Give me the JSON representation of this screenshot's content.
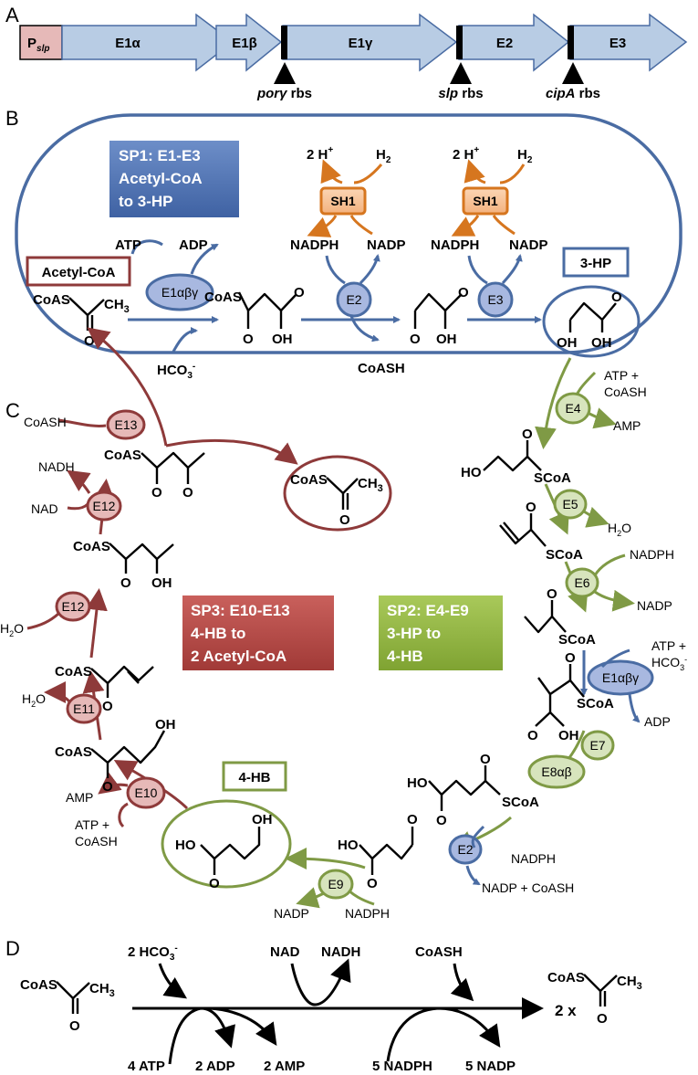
{
  "panels": {
    "A": "A",
    "B": "B",
    "C": "C",
    "D": "D"
  },
  "operon": {
    "promoter_main": "P",
    "promoter_sub": "slp",
    "genes": [
      "E1α",
      "E1β",
      "E1γ",
      "E2",
      "E3"
    ],
    "rbs": [
      {
        "italic": "porγ",
        "suffix": " rbs"
      },
      {
        "italic": "slp",
        "suffix": " rbs"
      },
      {
        "italic": "cipA",
        "suffix": " rbs"
      }
    ]
  },
  "sp_boxes": {
    "sp1": [
      "SP1: E1-E3",
      "Acetyl-CoA",
      "to 3-HP"
    ],
    "sp2": [
      "SP2: E4-E9",
      "3-HP to",
      "4-HB"
    ],
    "sp3": [
      "SP3: E10-E13",
      "4-HB to",
      "2 Acetyl-CoA"
    ]
  },
  "labels": {
    "acetyl_coa": "Acetyl-CoA",
    "hp3": "3-HP",
    "hb4": "4-HB"
  },
  "enzymes": {
    "e1abg": "E1αβγ",
    "e2": "E2",
    "e3": "E3",
    "sh1": "SH1",
    "e4": "E4",
    "e5": "E5",
    "e6": "E6",
    "e7": "E7",
    "e8": "E8αβ",
    "e9": "E9",
    "e10": "E10",
    "e11": "E11",
    "e12": "E12",
    "e13": "E13"
  },
  "cofactors": {
    "atp": "ATP",
    "adp": "ADP",
    "hco3": "HCO",
    "hco3_sub": "3",
    "nadph": "NADPH",
    "nadp": "NADP",
    "coash": "CoASH",
    "h2plus": "2 H",
    "plus": "+",
    "h2": "H",
    "h2_sub": "2",
    "atp_plus": "ATP +",
    "coash2": "CoASH",
    "amp": "AMP",
    "h2o": "H",
    "h2o_sub": "2",
    "h2o_o": "O",
    "nadp_coash": "NADP + CoASH",
    "nadh": "NADH",
    "nad": "NAD",
    "hco3_plus": "HCO"
  },
  "chem": {
    "coas": "CoAS",
    "ch3": "CH",
    "ch3_sub": "3",
    "o": "O",
    "oh": "OH",
    "ho": "HO",
    "scoa": "SCoA"
  },
  "summary": {
    "hco3": "2 HCO",
    "hco3_sub": "3",
    "nad": "NAD",
    "nadh": "NADH",
    "coash": "CoASH",
    "atp": "4 ATP",
    "adp": "2 ADP",
    "amp": "2 AMP",
    "nadph": "5 NADPH",
    "nadp": "5 NADP",
    "times": "2 x"
  },
  "colors": {
    "gene_fill": "#b8cce4",
    "gene_stroke": "#4a6ca3",
    "promoter_fill": "#e6b9b8",
    "blue": "#4a6ca3",
    "green": "#7f9a45",
    "red": "#8e3a3a",
    "orange": "#d6761f",
    "sp1": "#4f74b5",
    "sp2": "#8db33c",
    "sp3": "#b94845"
  }
}
